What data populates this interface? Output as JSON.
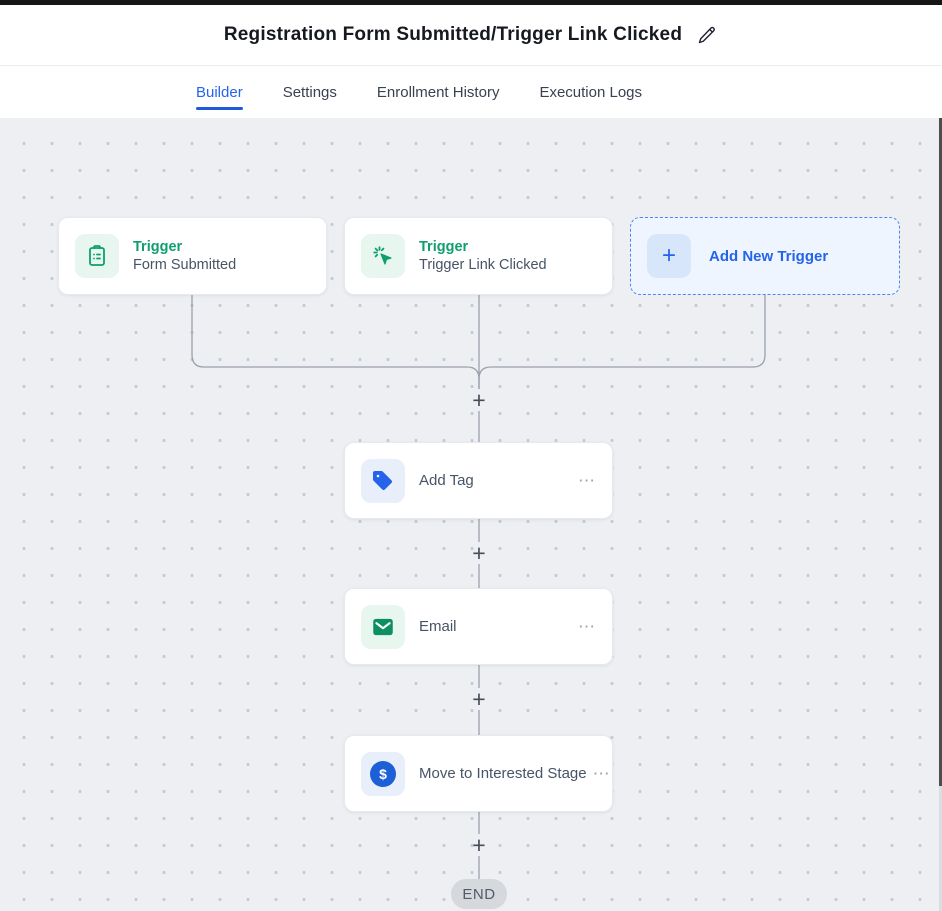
{
  "header": {
    "title": "Registration Form Submitted/Trigger Link Clicked",
    "edit_icon": "pencil-icon"
  },
  "tabs": [
    {
      "label": "Builder",
      "active": true
    },
    {
      "label": "Settings",
      "active": false
    },
    {
      "label": "Enrollment History",
      "active": false
    },
    {
      "label": "Execution Logs",
      "active": false
    }
  ],
  "workflow": {
    "triggers": [
      {
        "label": "Trigger",
        "name": "Form Submitted",
        "icon": "clipboard-list-icon"
      },
      {
        "label": "Trigger",
        "name": "Trigger Link Clicked",
        "icon": "cursor-click-icon"
      }
    ],
    "add_new_trigger": {
      "label": "Add New Trigger",
      "icon": "plus-icon"
    },
    "actions": [
      {
        "name": "Add Tag",
        "icon": "tag-icon"
      },
      {
        "name": "Email",
        "icon": "envelope-icon"
      },
      {
        "name": "Move to Interested Stage",
        "icon": "dollar-circle-icon"
      }
    ],
    "plus": "+",
    "ellipsis": "⋯",
    "dollar": "$",
    "end_label": "END"
  },
  "colors": {
    "accent_blue": "#2563eb",
    "accent_green": "#0e9f6e",
    "canvas_background": "#edeff2",
    "connector_line": "#9aa1ad",
    "active_tab_underline": "#1d5bd8"
  }
}
